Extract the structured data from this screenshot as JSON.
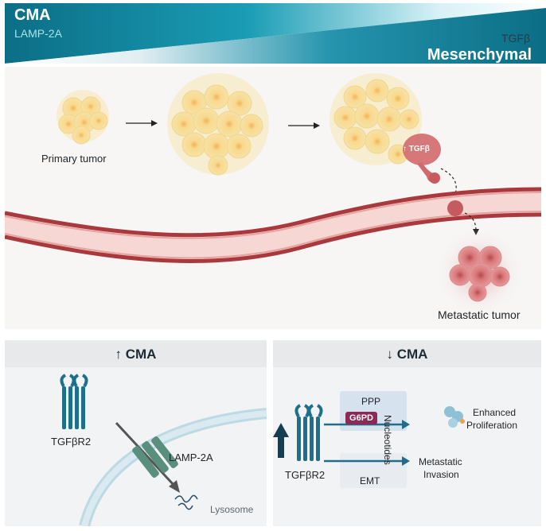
{
  "banner": {
    "left_title": "CMA",
    "left_subtitle": "LAMP-2A",
    "right_title": "TGFβ",
    "right_subtitle": "Mesenchymal"
  },
  "progression": {
    "primary_label": "Primary tumor",
    "tgf_badge": "↑ TGFβ",
    "metastatic_label": "Metastatic tumor"
  },
  "left_panel": {
    "header": "↑ CMA",
    "receptor_label": "TGFβR2",
    "lamp_label": "LAMP-2A",
    "lysosome_label": "Lysosome"
  },
  "right_panel": {
    "header": "↓ CMA",
    "receptor_label": "TGFβR2",
    "ppp_label": "PPP",
    "g6pd_label": "G6PD",
    "emt_label": "EMT",
    "nucleotides_label": "Nucleotides",
    "enhanced_label_1": "Enhanced",
    "enhanced_label_2": "Proliferation",
    "metastatic_label_1": "Metastatic",
    "metastatic_label_2": "Invasion"
  },
  "colors": {
    "banner_dark": "#0b6e86",
    "tumor_fill": "#f6dd8c",
    "vessel": "#b24a4a",
    "receptor": "#1e6f8a",
    "g6pd": "#8b2a57",
    "arrow": "#1e6f8a"
  }
}
